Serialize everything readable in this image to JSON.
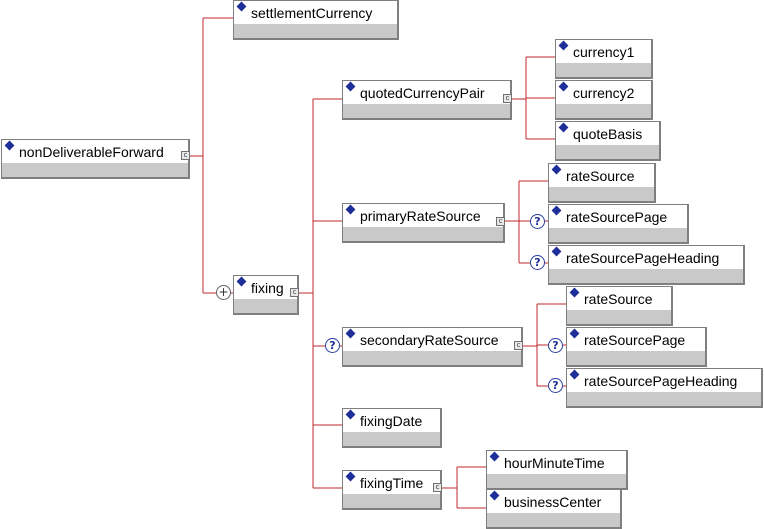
{
  "diagram": {
    "line_color": "#c0282d",
    "root": {
      "label": "nonDeliverableForward"
    },
    "settlement": {
      "label": "settlementCurrency"
    },
    "fixing": {
      "label": "fixing"
    },
    "quoted_pair": {
      "label": "quotedCurrencyPair",
      "children": [
        "currency1",
        "currency2",
        "quoteBasis"
      ]
    },
    "primary_rate_source": {
      "label": "primaryRateSource",
      "children": [
        "rateSource",
        "rateSourcePage",
        "rateSourcePageHeading"
      ]
    },
    "secondary_rate_source": {
      "label": "secondaryRateSource",
      "children": [
        "rateSource",
        "rateSourcePage",
        "rateSourcePageHeading"
      ]
    },
    "fixing_date": {
      "label": "fixingDate"
    },
    "fixing_time": {
      "label": "fixingTime",
      "children": [
        "hourMinuteTime",
        "businessCenter"
      ]
    },
    "glyphs": {
      "sequence": "c",
      "optional": "?",
      "expand": "+"
    }
  }
}
